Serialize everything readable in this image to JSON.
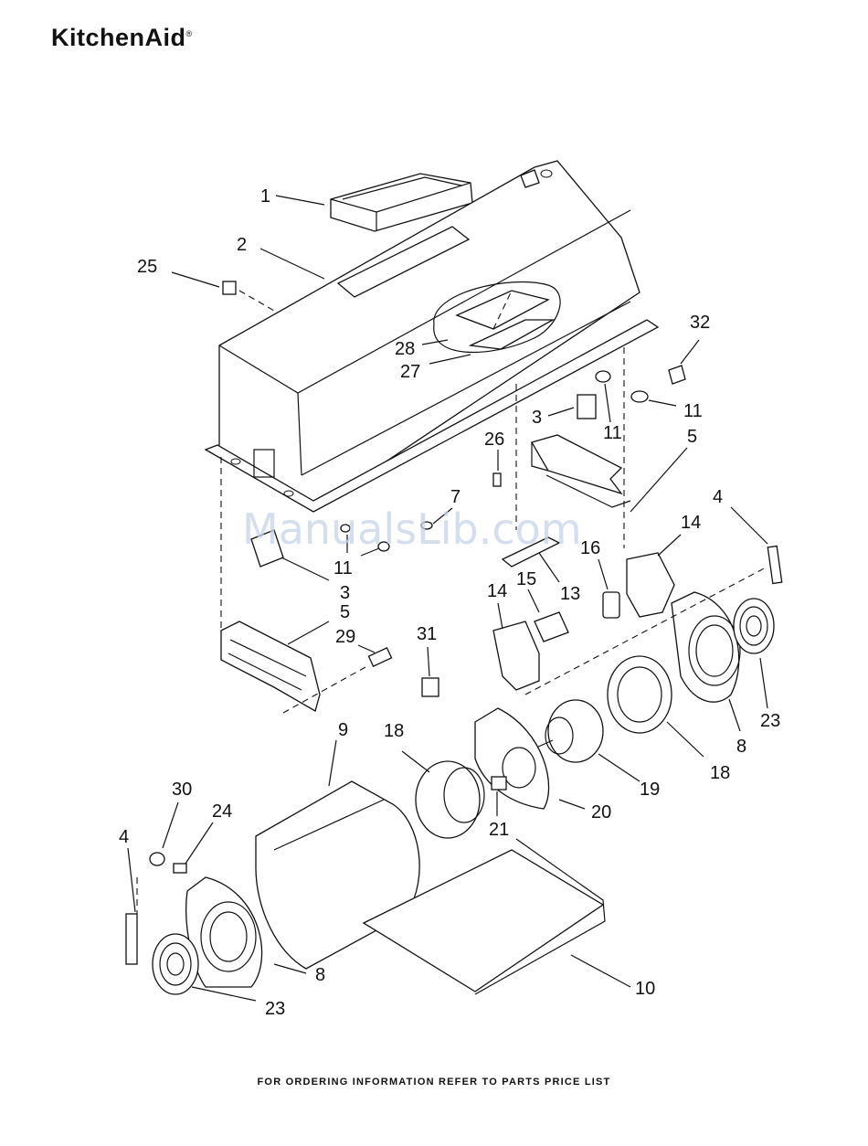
{
  "brand": {
    "name": "KitchenAid",
    "mark": "®"
  },
  "watermark": "ManualsLib.com",
  "footer": "FOR ORDERING INFORMATION REFER TO PARTS PRICE LIST",
  "callouts": [
    {
      "label": "1"
    },
    {
      "label": "2"
    },
    {
      "label": "25"
    },
    {
      "label": "28"
    },
    {
      "label": "27"
    },
    {
      "label": "32"
    },
    {
      "label": "11"
    },
    {
      "label": "3"
    },
    {
      "label": "11"
    },
    {
      "label": "5"
    },
    {
      "label": "26"
    },
    {
      "label": "7"
    },
    {
      "label": "4"
    },
    {
      "label": "14"
    },
    {
      "label": "11"
    },
    {
      "label": "16"
    },
    {
      "label": "3"
    },
    {
      "label": "13"
    },
    {
      "label": "15"
    },
    {
      "label": "5"
    },
    {
      "label": "14"
    },
    {
      "label": "29"
    },
    {
      "label": "31"
    },
    {
      "label": "23"
    },
    {
      "label": "8"
    },
    {
      "label": "18"
    },
    {
      "label": "9"
    },
    {
      "label": "18"
    },
    {
      "label": "19"
    },
    {
      "label": "20"
    },
    {
      "label": "21"
    },
    {
      "label": "30"
    },
    {
      "label": "24"
    },
    {
      "label": "4"
    },
    {
      "label": "8"
    },
    {
      "label": "10"
    },
    {
      "label": "23"
    }
  ]
}
